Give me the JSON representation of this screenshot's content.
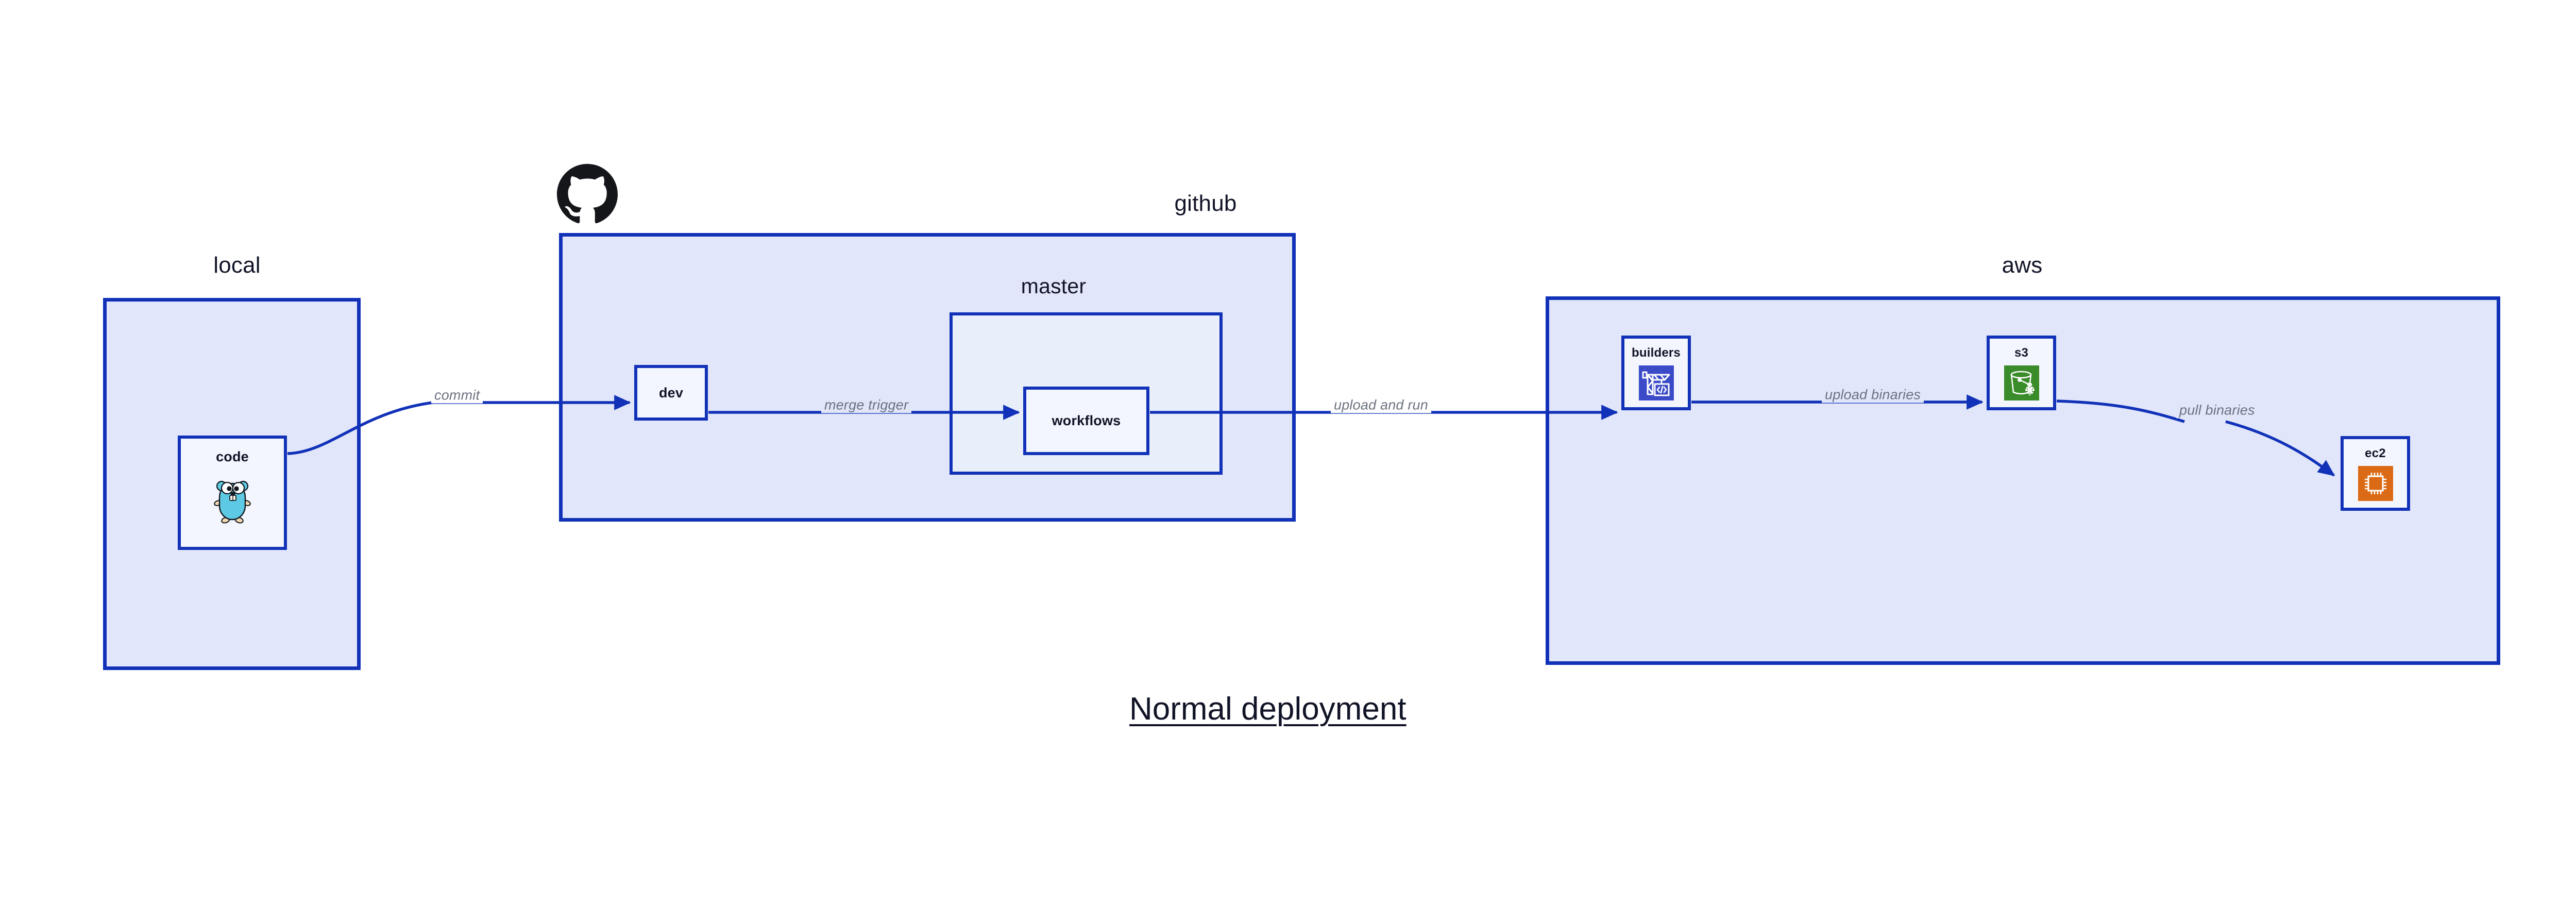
{
  "caption": "Normal deployment",
  "colors": {
    "border_blue": "#1132b8",
    "group_fill": "#e1e6fa",
    "inner_fill": "#e9eefb",
    "node_fill": "#f3f6fe",
    "text_dark": "#111427",
    "edge_label_gray": "#6b7280",
    "builders_icon_bg": "#3b4bc8",
    "s3_icon_bg": "#3a8b29",
    "ec2_icon_bg": "#da6a16",
    "gopher_cyan": "#5dc9e2",
    "github_black": "#15161a"
  },
  "groups": [
    {
      "id": "local",
      "label": "local"
    },
    {
      "id": "github",
      "label": "github"
    },
    {
      "id": "master",
      "label": "master"
    },
    {
      "id": "aws",
      "label": "aws"
    }
  ],
  "nodes": [
    {
      "id": "code",
      "label": "code",
      "icon": "go-gopher-icon"
    },
    {
      "id": "dev",
      "label": "dev",
      "icon": null
    },
    {
      "id": "workflows",
      "label": "workflows",
      "icon": null
    },
    {
      "id": "builders",
      "label": "builders",
      "icon": "aws-codebuild-crane-icon"
    },
    {
      "id": "s3",
      "label": "s3",
      "icon": "aws-s3-glacier-bucket-icon"
    },
    {
      "id": "ec2",
      "label": "ec2",
      "icon": "aws-ec2-chip-icon"
    }
  ],
  "edges": [
    {
      "id": "code-to-dev",
      "from": "code",
      "to": "dev",
      "label": "commit"
    },
    {
      "id": "dev-to-workflows",
      "from": "dev",
      "to": "workflows",
      "label": "merge trigger"
    },
    {
      "id": "workflows-to-builders",
      "from": "workflows",
      "to": "builders",
      "label": "upload and run"
    },
    {
      "id": "builders-to-s3",
      "from": "builders",
      "to": "s3",
      "label": "upload binaries"
    },
    {
      "id": "s3-to-ec2",
      "from": "s3",
      "to": "ec2",
      "label": "pull binaries"
    }
  ],
  "logos": [
    {
      "id": "github-logo",
      "name": "github-octocat-logo"
    }
  ]
}
